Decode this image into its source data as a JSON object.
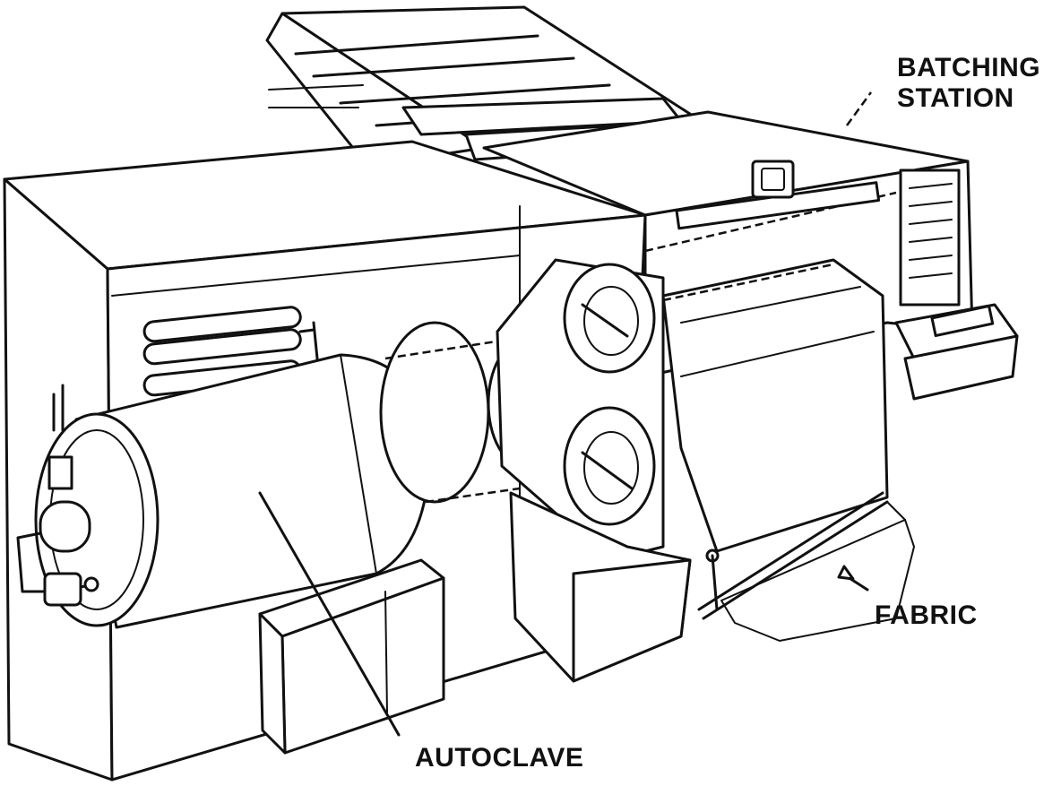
{
  "labels": {
    "batching_line1": "BATCHING",
    "batching_line2": "STATION",
    "fabric": "FABRIC",
    "autoclave": "AUTOCLAVE"
  },
  "colors": {
    "ink": "#111111",
    "paper": "#ffffff"
  }
}
